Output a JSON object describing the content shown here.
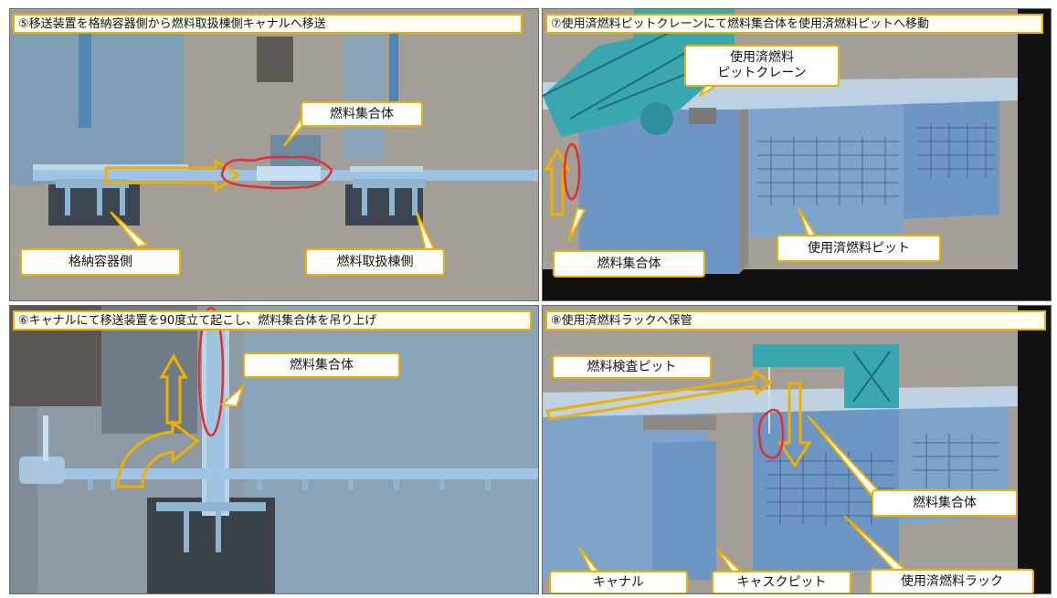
{
  "panels": {
    "p5": {
      "title": "⑤移送装置を格納容器側から燃料取扱棟側キャナルへ移送",
      "labels": {
        "fuel": "燃料集合体",
        "containment": "格納容器側",
        "building": "燃料取扱棟側"
      }
    },
    "p6": {
      "title": "⑥キャナルにて移送装置を90度立て起こし、燃料集合体を吊り上げ",
      "labels": {
        "fuel": "燃料集合体"
      }
    },
    "p7": {
      "title": "⑦使用済燃料ピットクレーンにて燃料集合体を使用済燃料ピットへ移動",
      "labels": {
        "crane_line1": "使用済燃料",
        "crane_line2": "ピットクレーン",
        "pit": "使用済燃料ピット",
        "fuel": "燃料集合体"
      }
    },
    "p8": {
      "title": "⑧使用済燃料ラックへ保管",
      "labels": {
        "inspection": "燃料検査ピット",
        "fuel": "燃料集合体",
        "canal": "キャナル",
        "cask": "キャスクピット",
        "rack": "使用済燃料ラック"
      }
    }
  },
  "colors": {
    "concrete": "#a39e98",
    "water": "#6d96c4",
    "pipe": "#9fc3e2",
    "crane": "#3aa7b0",
    "arrow": "#f0b000",
    "mark": "#e03030",
    "dark": "#1a1a1a"
  }
}
